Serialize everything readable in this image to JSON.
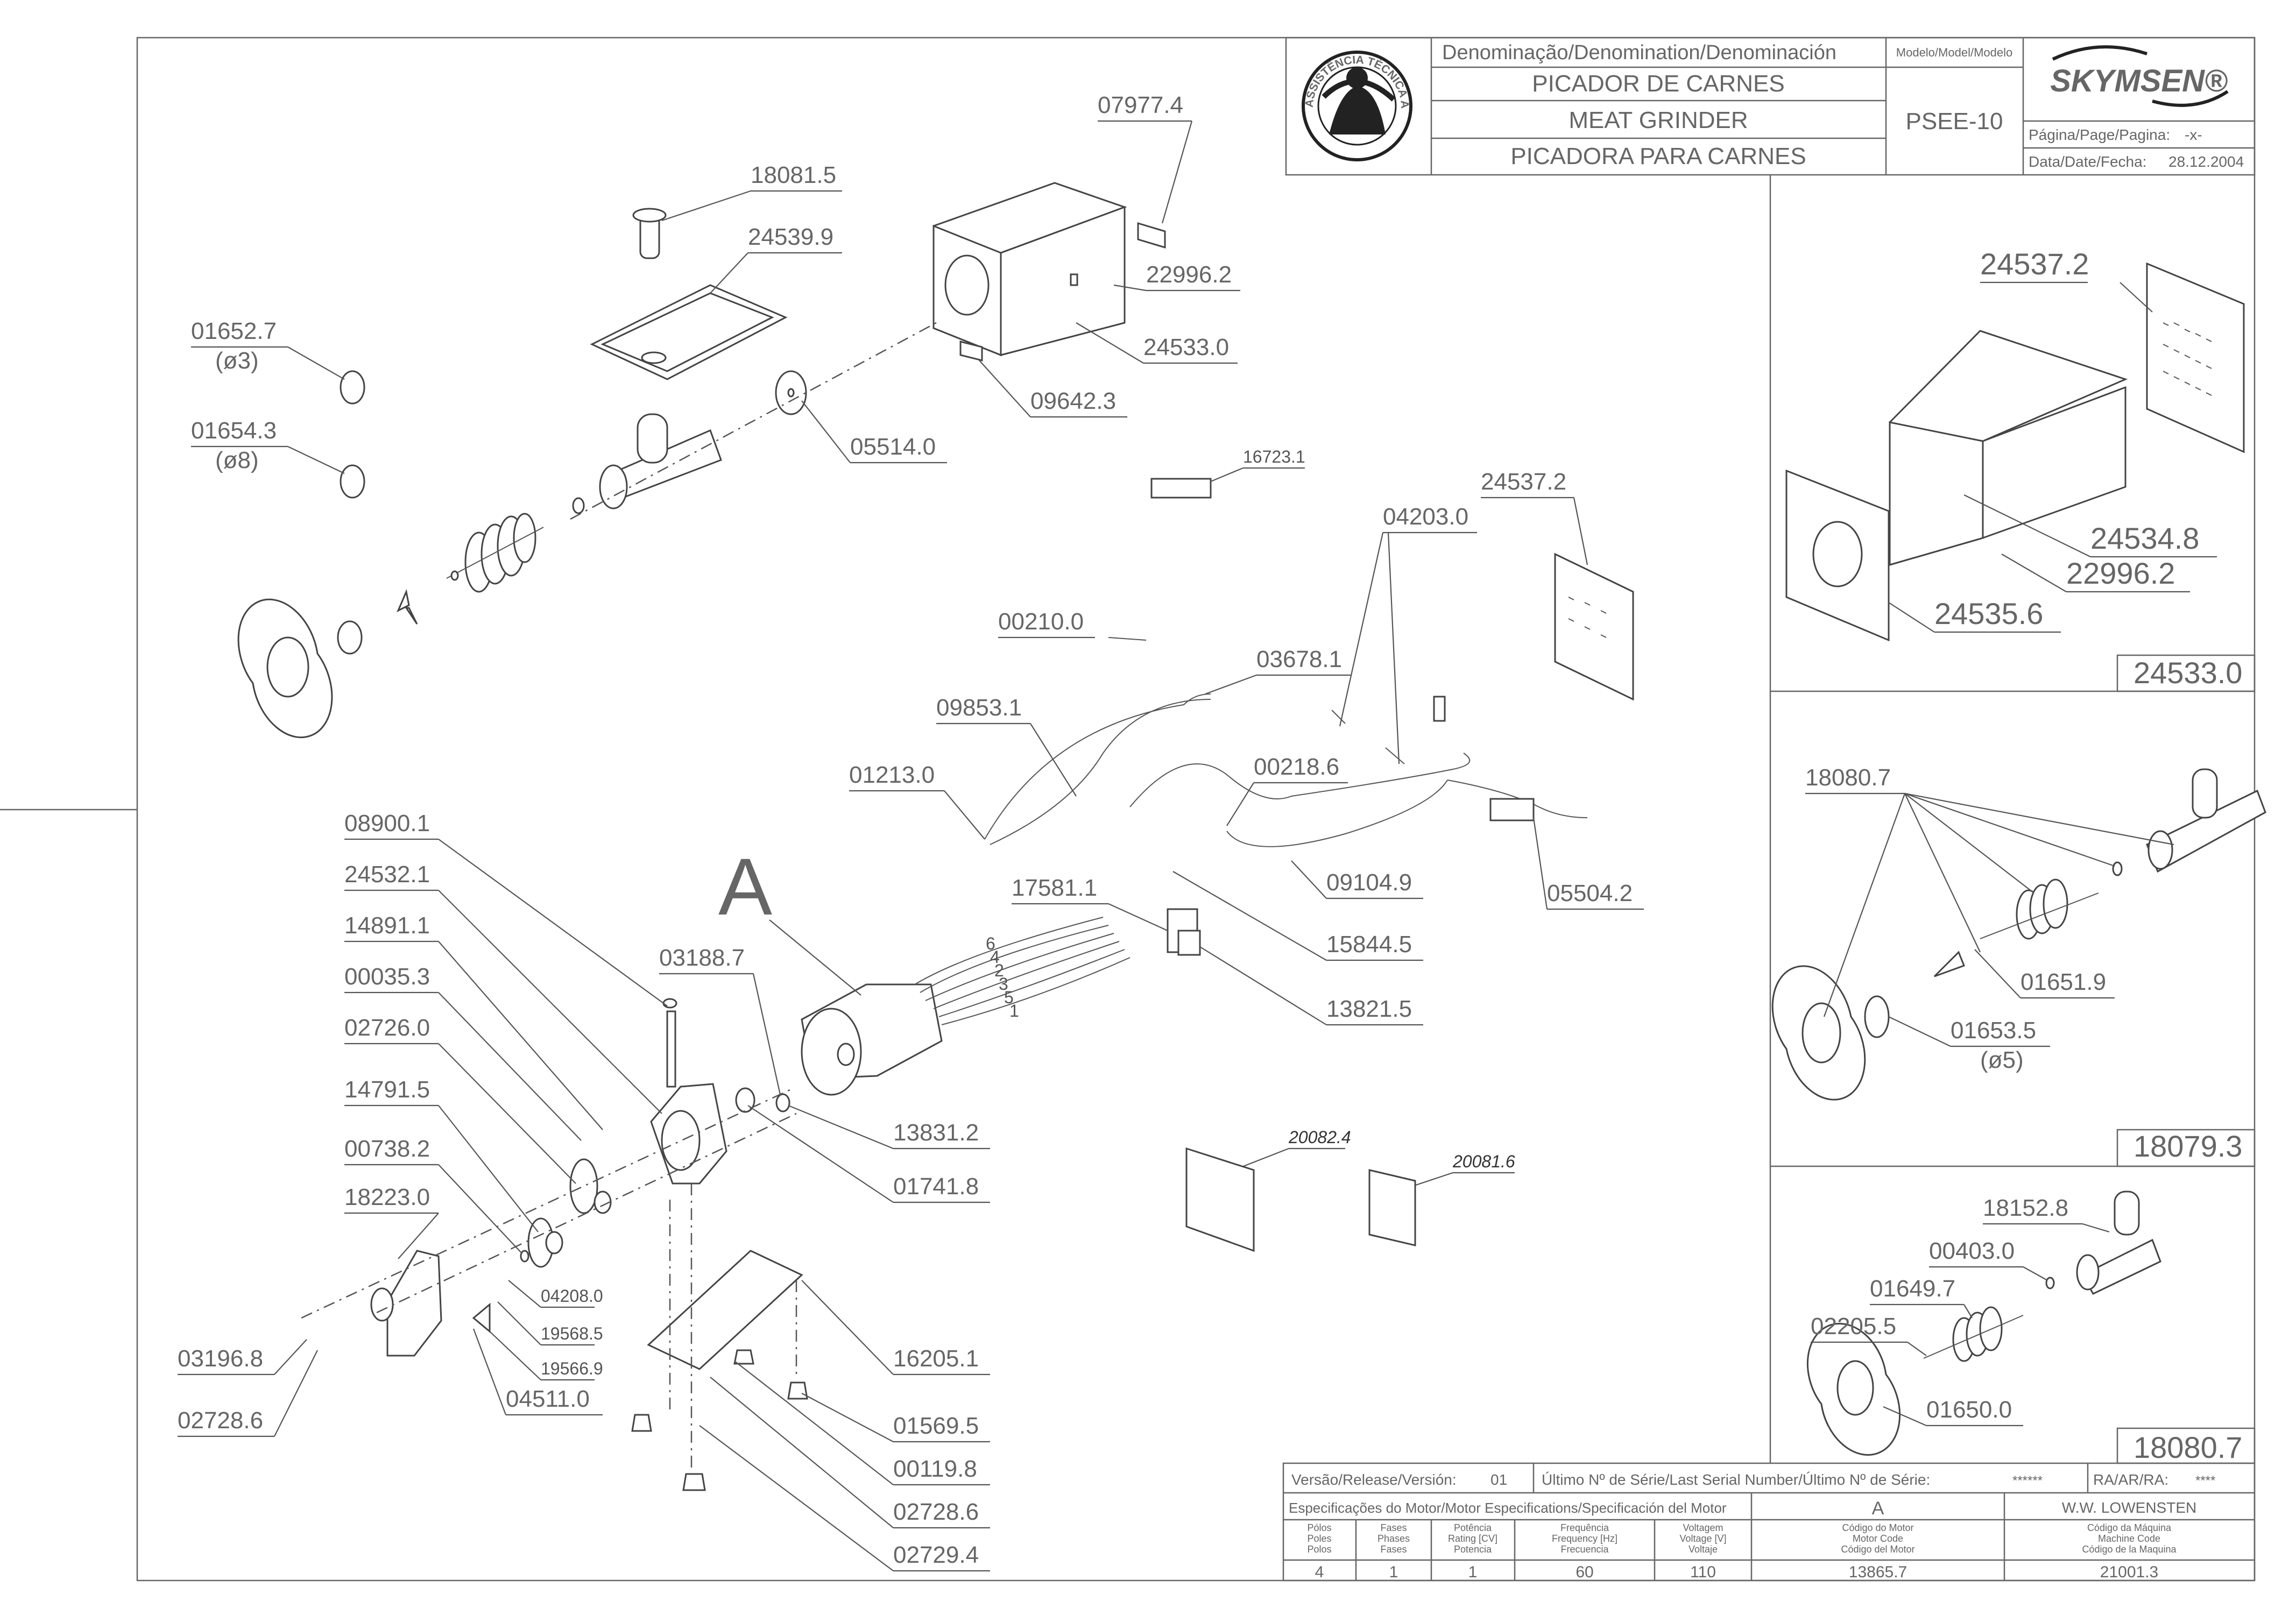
{
  "title_block": {
    "denomination_header": "Denominação/Denomination/Denominación",
    "name_pt": "PICADOR DE CARNES",
    "name_en": "MEAT GRINDER",
    "name_es": "PICADORA PARA CARNES",
    "model_header": "Modelo/Model/Modelo",
    "model": "PSEE-10",
    "brand": "SKYMSEN®",
    "page_label": "Página/Page/Pagina:",
    "page_value": "-x-",
    "date_label": "Data/Date/Fecha:",
    "date_value": "28.12.2004",
    "seal_text": "ASSISTÊNCIA TÉCNICA AUTORIZADA"
  },
  "part_labels": {
    "p07977_4": "07977.4",
    "p18081_5": "18081.5",
    "p24539_9": "24539.9",
    "p22996_2": "22996.2",
    "p24533_0": "24533.0",
    "p01652_7": "01652.7",
    "p01652_7_size": "(ø3)",
    "p01654_3": "01654.3",
    "p01654_3_size": "(ø8)",
    "p09642_3": "09642.3",
    "p05514_0": "05514.0",
    "p16723_1": "16723.1",
    "p24537_2": "24537.2",
    "p04203_0": "04203.0",
    "p00210_0": "00210.0",
    "p03678_1": "03678.1",
    "p09853_1": "09853.1",
    "p01213_0": "01213.0",
    "p00218_6": "00218.6",
    "p08900_1": "08900.1",
    "p24532_1": "24532.1",
    "p17581_1": "17581.1",
    "p09104_9": "09104.9",
    "p05504_2": "05504.2",
    "p15844_5": "15844.5",
    "p14891_1": "14891.1",
    "p03188_7": "03188.7",
    "p13821_5": "13821.5",
    "p00035_3": "00035.3",
    "p02726_0": "02726.0",
    "p13831_2": "13831.2",
    "p14791_5": "14791.5",
    "p01741_8": "01741.8",
    "p00738_2": "00738.2",
    "p20082_4": "20082.4",
    "p20081_6": "20081.6",
    "p18223_0": "18223.0",
    "p04208_0": "04208.0",
    "p19568_5": "19568.5",
    "p16205_1": "16205.1",
    "p03196_8": "03196.8",
    "p19566_9": "19566.9",
    "p02728_6": "02728.6",
    "p04511_0": "04511.0",
    "p01569_5": "01569.5",
    "p00119_8": "00119.8",
    "p02728_6b": "02728.6",
    "p02729_4": "02729.4",
    "motor_ref": "A",
    "wire_numbers": [
      "6",
      "4",
      "2",
      "3",
      "5",
      "1"
    ]
  },
  "side_panels": {
    "cabinet": {
      "assembly": "24533.0",
      "p24537_2": "24537.2",
      "p24534_8": "24534.8",
      "p22996_2": "22996.2",
      "p24535_6": "24535.6"
    },
    "grinder_a": {
      "assembly": "18079.3",
      "p18080_7": "18080.7",
      "p01651_9": "01651.9",
      "p01653_5": "01653.5",
      "p01653_5_size": "(ø5)"
    },
    "grinder_b": {
      "assembly": "18080.7",
      "p18152_8": "18152.8",
      "p00403_0": "00403.0",
      "p01649_7": "01649.7",
      "p02205_5": "02205.5",
      "p01650_0": "01650.0"
    }
  },
  "footer": {
    "version_label": "Versão/Release/Versión:",
    "version_value": "01",
    "serial_label": "Último Nº de Série/Last Serial Number/Último Nº de Série:",
    "serial_value": "******",
    "ra_label": "RA/AR/RA:",
    "ra_value": "****",
    "motor_spec_label": "Especificações do Motor/Motor Especifications/Specificación del Motor",
    "motor_ref": "A",
    "manufacturer": "W.W. LOWENSTEN",
    "columns": [
      {
        "h1": "Pólos",
        "h2": "Poles",
        "h3": "Polos",
        "value": "4"
      },
      {
        "h1": "Fases",
        "h2": "Phases",
        "h3": "Fases",
        "value": "1"
      },
      {
        "h1": "Potência",
        "h2": "Rating [CV]",
        "h3": "Potencia",
        "value": "1"
      },
      {
        "h1": "Frequência",
        "h2": "Frequency [Hz]",
        "h3": "Frecuencia",
        "value": "60"
      },
      {
        "h1": "Voltagem",
        "h2": "Voltage [V]",
        "h3": "Voltaje",
        "value": "110"
      },
      {
        "h1": "Código do Motor",
        "h2": "Motor Code",
        "h3": "Código del Motor",
        "value": "13865.7"
      },
      {
        "h1": "Código da Máquina",
        "h2": "Machine Code",
        "h3": "Código de la Maquina",
        "value": "21001.3"
      }
    ]
  }
}
